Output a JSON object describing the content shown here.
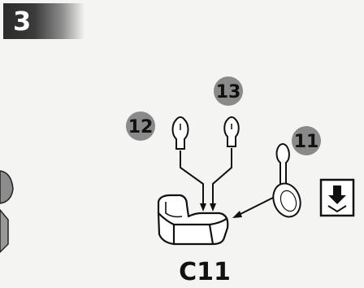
{
  "step": {
    "number": "3"
  },
  "parts": {
    "part_a": "12",
    "part_b": "13",
    "part_c": "11"
  },
  "assembly": {
    "label": "C11"
  },
  "icons": {
    "download": "download-arrow-icon"
  },
  "colors": {
    "badge": "#8a8a8a",
    "ink": "#111111",
    "step_bg": "#2b2b2b"
  }
}
